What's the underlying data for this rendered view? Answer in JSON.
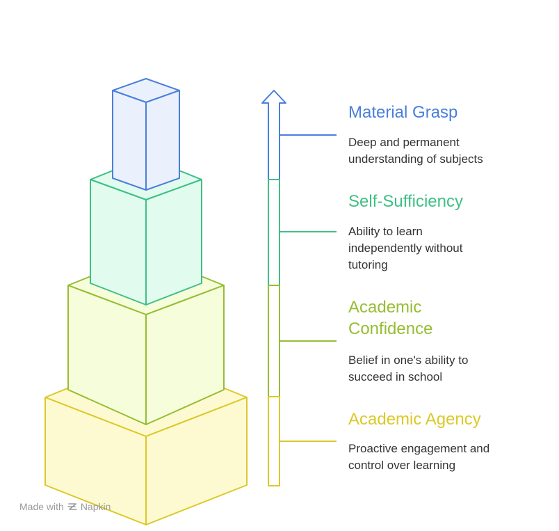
{
  "levels": [
    {
      "title": "Material Grasp",
      "description": "Deep and permanent understanding of subjects",
      "stroke": "#4a7fdb",
      "fill": "#eaf1fd"
    },
    {
      "title": "Self-Sufficiency",
      "description": "Ability to learn independently without tutoring",
      "stroke": "#3fbf84",
      "fill": "#e2fbef"
    },
    {
      "title": "Academic Confidence",
      "description": "Belief in one's ability to succeed in school",
      "stroke": "#96bd32",
      "fill": "#f5fddb"
    },
    {
      "title": "Academic Agency",
      "description": "Proactive engagement and control over learning",
      "stroke": "#dcc829",
      "fill": "#fdfad2"
    }
  ],
  "watermark": {
    "made_with": "Made with",
    "brand": "Napkin",
    "color": "#9a9a9a"
  }
}
